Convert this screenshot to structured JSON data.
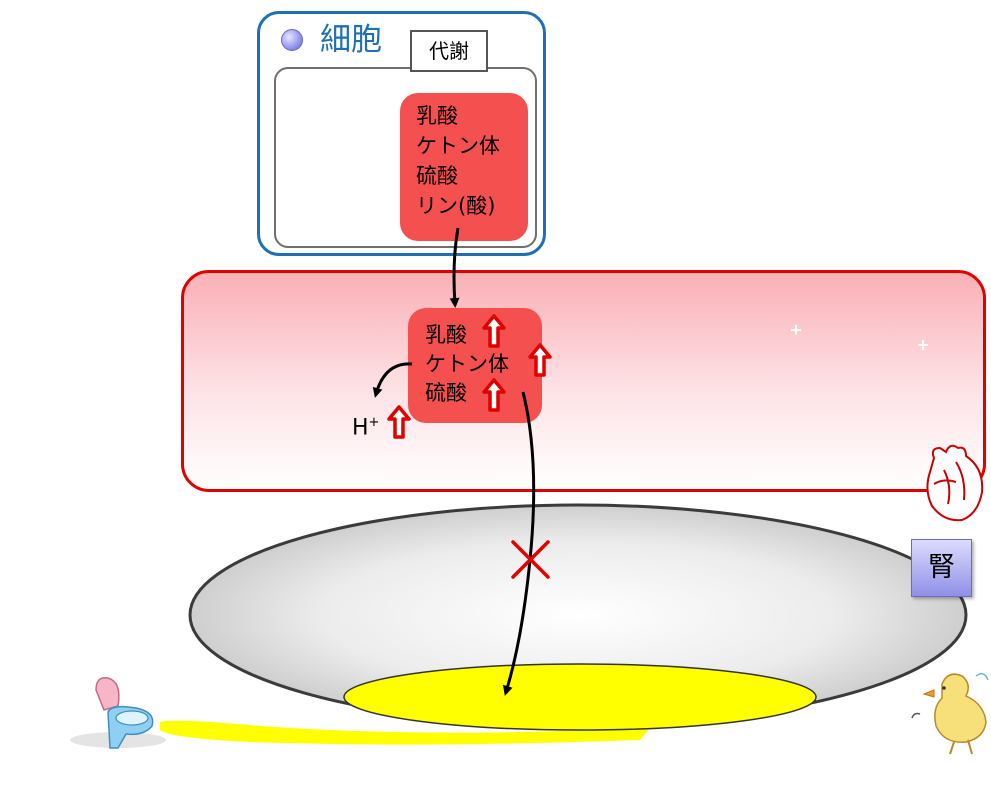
{
  "cell": {
    "title": "細胞",
    "metabolism_label": "代謝",
    "acids": [
      "乳酸",
      "ケトン体",
      "硫酸",
      "リン(酸)"
    ]
  },
  "blood": {
    "acids": [
      "乳酸",
      "ケトン体",
      "硫酸"
    ],
    "proton_label": "H",
    "proton_charge": "+"
  },
  "kidney": {
    "label": "腎"
  },
  "colors": {
    "cell_border": "#1f6fb5",
    "acid_box": "#f45050",
    "blood_border": "#e00000",
    "urine": "#ffff00",
    "block_mark": "#e00000"
  },
  "icons": [
    "heart-icon",
    "toilet-icon",
    "chick-icon",
    "up-arrow-icon",
    "blocked-x-icon"
  ]
}
